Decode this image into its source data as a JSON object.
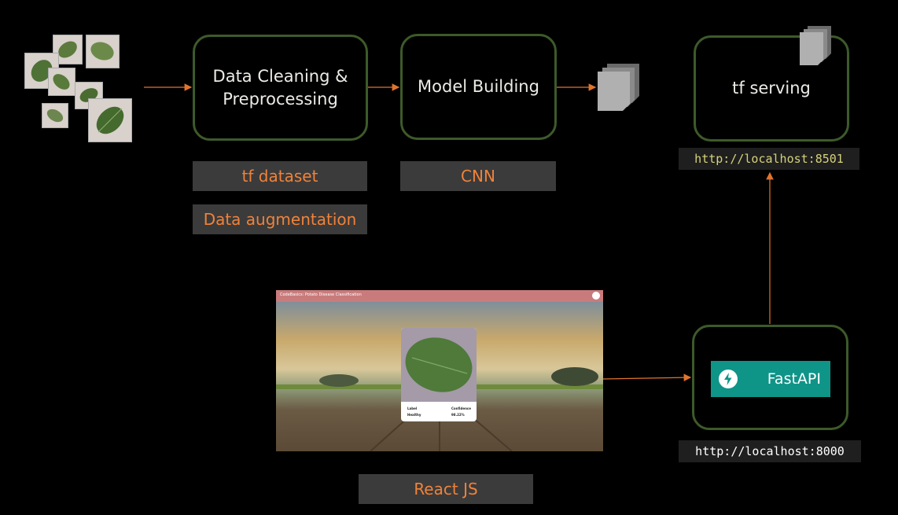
{
  "boxes": {
    "data_cleaning": {
      "line1": "Data Cleaning &",
      "line2": "Preprocessing"
    },
    "model_building": {
      "label": "Model Building"
    },
    "tf_serving": {
      "label": "tf serving"
    },
    "fastapi": {
      "label": "FastAPI"
    }
  },
  "tags": {
    "tf_dataset": "tf dataset",
    "data_augmentation": "Data augmentation",
    "cnn": "CNN",
    "react_js": "React JS"
  },
  "urls": {
    "tf_serving": "http://localhost:8501",
    "fastapi": "http://localhost:8000"
  },
  "app_screenshot": {
    "title": "CodeBasics: Potato Disease Classification",
    "label_header": "Label",
    "confidence_header": "Confidence",
    "label_value": "Healthy",
    "confidence_value": "98.22%"
  },
  "colors": {
    "box_border": "#3d5a2a",
    "accent_orange": "#f0823a",
    "tag_bg": "#3b3b3b",
    "url_text_tf": "#d6d27a",
    "url_text_fastapi": "#ffffff",
    "fastapi_bg": "#0f9488"
  },
  "icons": {
    "model_file": "stacked-documents-icon",
    "fastapi_logo": "lightning-bolt-icon",
    "leaves": "potato-leaf-images"
  }
}
